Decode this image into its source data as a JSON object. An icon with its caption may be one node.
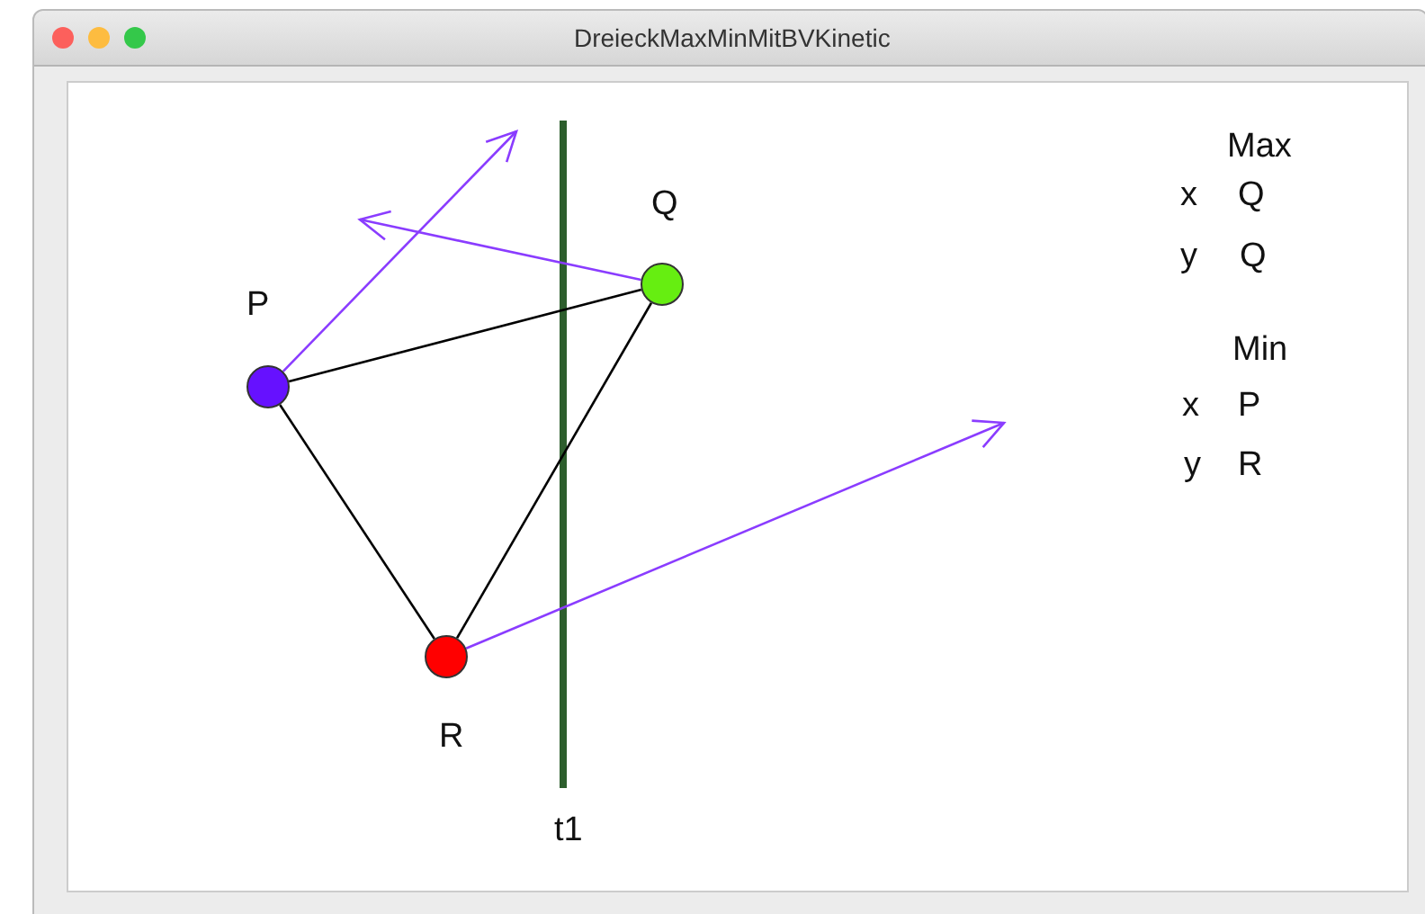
{
  "diagram": {
    "title": "DreieckMaxMinMitBVKinetic",
    "nodes": [
      {
        "text": [
          "Q"
        ]
      },
      {
        "text": [
          "P"
        ]
      },
      {
        "text": [
          "R"
        ]
      }
    ],
    "edges": [
      {
        "from": 1,
        "to": 0,
        "arrow": "none",
        "color": "#000000"
      },
      {
        "from": 1,
        "to": 2,
        "arrow": "none",
        "color": "#000000"
      },
      {
        "from": 0,
        "to": 2,
        "arrow": "none",
        "color": "#000000"
      },
      {
        "from": 1,
        "to": null,
        "arrow": "to",
        "color": "#8a3cff"
      },
      {
        "from": 0,
        "to": null,
        "arrow": "to",
        "color": "#8a3cff"
      },
      {
        "from": 2,
        "to": null,
        "arrow": "to",
        "color": "#8a3cff"
      }
    ],
    "labels": [
      "t1",
      "Max",
      "x",
      "Q",
      "y",
      "Q",
      "Min",
      "x",
      "P",
      "y",
      "R"
    ]
  }
}
